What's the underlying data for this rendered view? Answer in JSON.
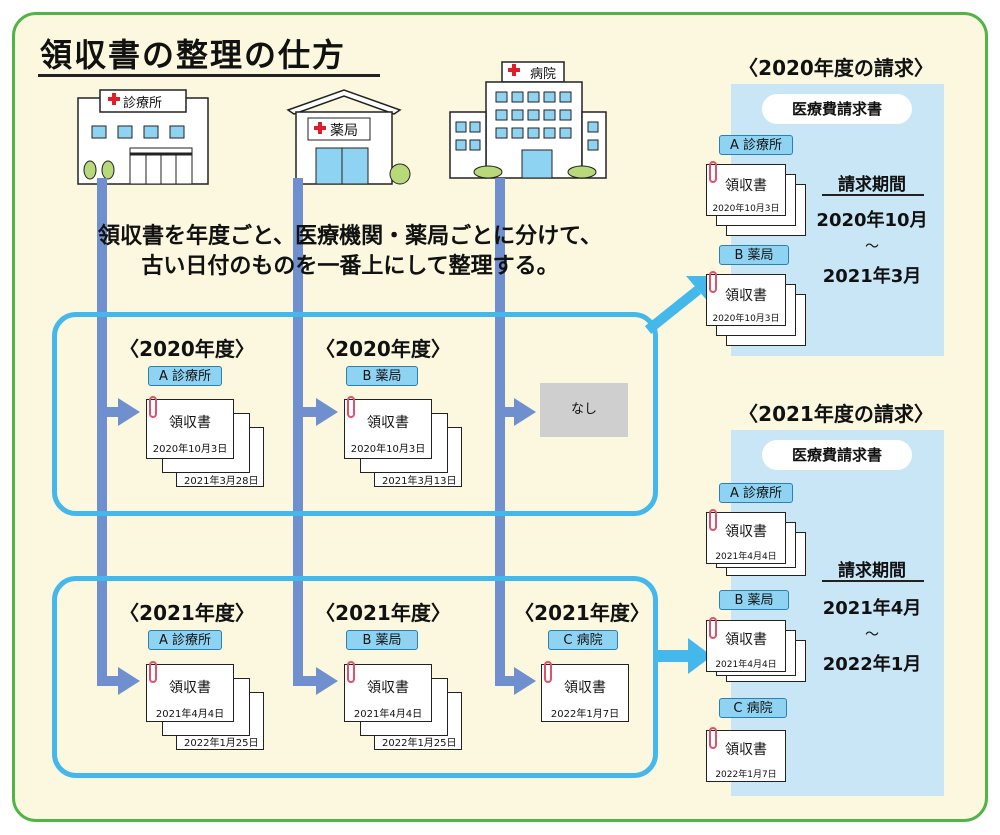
{
  "title": "領収書の整理の仕方",
  "instruction": [
    "領収書を年度ごと、医療機関・薬局ごとに分けて、",
    "古い日付のものを一番上にして整理する。"
  ],
  "buildings": {
    "clinic": "診療所",
    "pharmacy": "薬局",
    "hospital": "病院"
  },
  "receipt_label": "領収書",
  "none_label": "なし",
  "groups": [
    {
      "items": [
        {
          "year": "〈2020年度〉",
          "tag": "A 診療所",
          "date_front": "2020年10月3日",
          "date_back": "2021年3月28日"
        },
        {
          "year": "〈2020年度〉",
          "tag": "B 薬局",
          "date_front": "2020年10月3日",
          "date_back": "2021年3月13日"
        }
      ]
    },
    {
      "items": [
        {
          "year": "〈2021年度〉",
          "tag": "A 診療所",
          "date_front": "2021年4月4日",
          "date_back": "2022年1月25日"
        },
        {
          "year": "〈2021年度〉",
          "tag": "B 薬局",
          "date_front": "2021年4月4日",
          "date_back": "2022年1月25日"
        },
        {
          "year": "〈2021年度〉",
          "tag": "C 病院",
          "date_front": "2022年1月7日"
        }
      ]
    }
  ],
  "claims": [
    {
      "heading": "〈2020年度の請求〉",
      "form": "医療費請求書",
      "period_label": "請求期間",
      "period_start": "2020年10月",
      "tilde": "〜",
      "period_end": "2021年3月",
      "receipts": [
        {
          "tag": "A 診療所",
          "date": "2020年10月3日"
        },
        {
          "tag": "B 薬局",
          "date": "2020年10月3日"
        }
      ]
    },
    {
      "heading": "〈2021年度の請求〉",
      "form": "医療費請求書",
      "period_label": "請求期間",
      "period_start": "2021年4月",
      "tilde": "〜",
      "period_end": "2022年1月",
      "receipts": [
        {
          "tag": "A 診療所",
          "date": "2021年4月4日"
        },
        {
          "tag": "B 薬局",
          "date": "2021年4月4日"
        },
        {
          "tag": "C 病院",
          "date": "2022年1月7日"
        }
      ]
    }
  ],
  "colors": {
    "frame": "#52b447",
    "background": "#fbf8df",
    "arrow": "#6f8fce",
    "box": "#44b8ea",
    "tag": "#8fd3f2",
    "panel": "#c8e6f6"
  }
}
